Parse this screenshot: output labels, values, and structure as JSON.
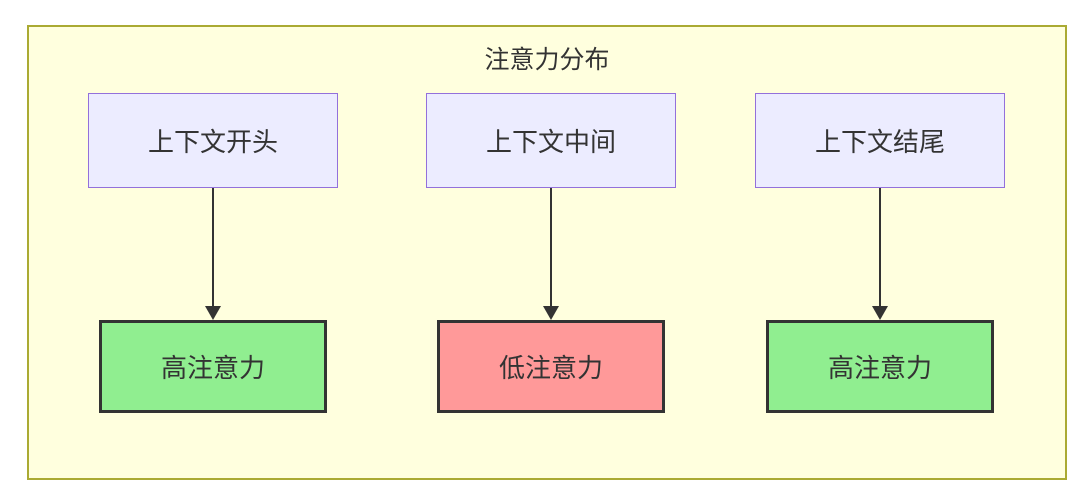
{
  "diagram": {
    "title": "注意力分布",
    "flows": [
      {
        "source": "上下文开头",
        "target": "高注意力",
        "attention_level": "high"
      },
      {
        "source": "上下文中间",
        "target": "低注意力",
        "attention_level": "low"
      },
      {
        "source": "上下文结尾",
        "target": "高注意力",
        "attention_level": "high"
      }
    ],
    "colors": {
      "frame_fill": "#ffffde",
      "frame_border": "#aaaa33",
      "source_fill": "#ECECFF",
      "source_border": "#9370DB",
      "high_attention_fill": "#90EE90",
      "low_attention_fill": "#FF9999",
      "node_border": "#333333",
      "arrow": "#333333",
      "text": "#333333"
    }
  }
}
